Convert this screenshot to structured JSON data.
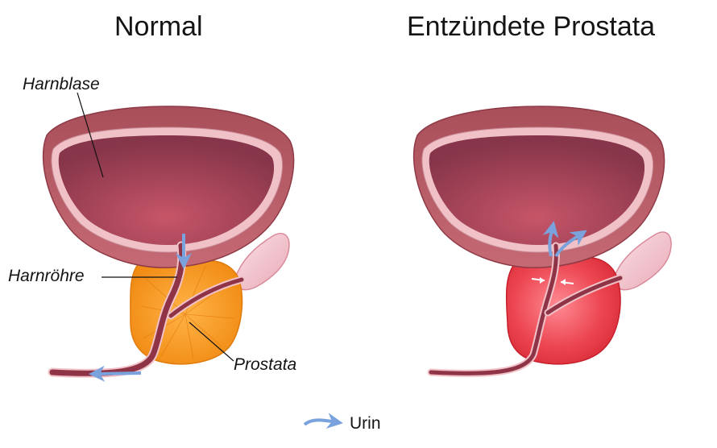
{
  "panels": {
    "left_title": "Normal",
    "right_title": "Entzündete Prostata"
  },
  "labels": {
    "bladder": "Harnblase",
    "urethra": "Harnröhre",
    "prostate": "Prostata"
  },
  "legend": {
    "urine": "Urin"
  },
  "colors": {
    "bladder_outer": "#b5565f",
    "bladder_rim": "#f0c2c8",
    "bladder_inner": "#9a3e4d",
    "prostate_normal": "#f7941d",
    "prostate_inflamed": "#e8323e",
    "urethra": "#8f3447",
    "urine_arrow": "#7aa3dd",
    "seminal_vesicle": "#f3c6d0"
  }
}
